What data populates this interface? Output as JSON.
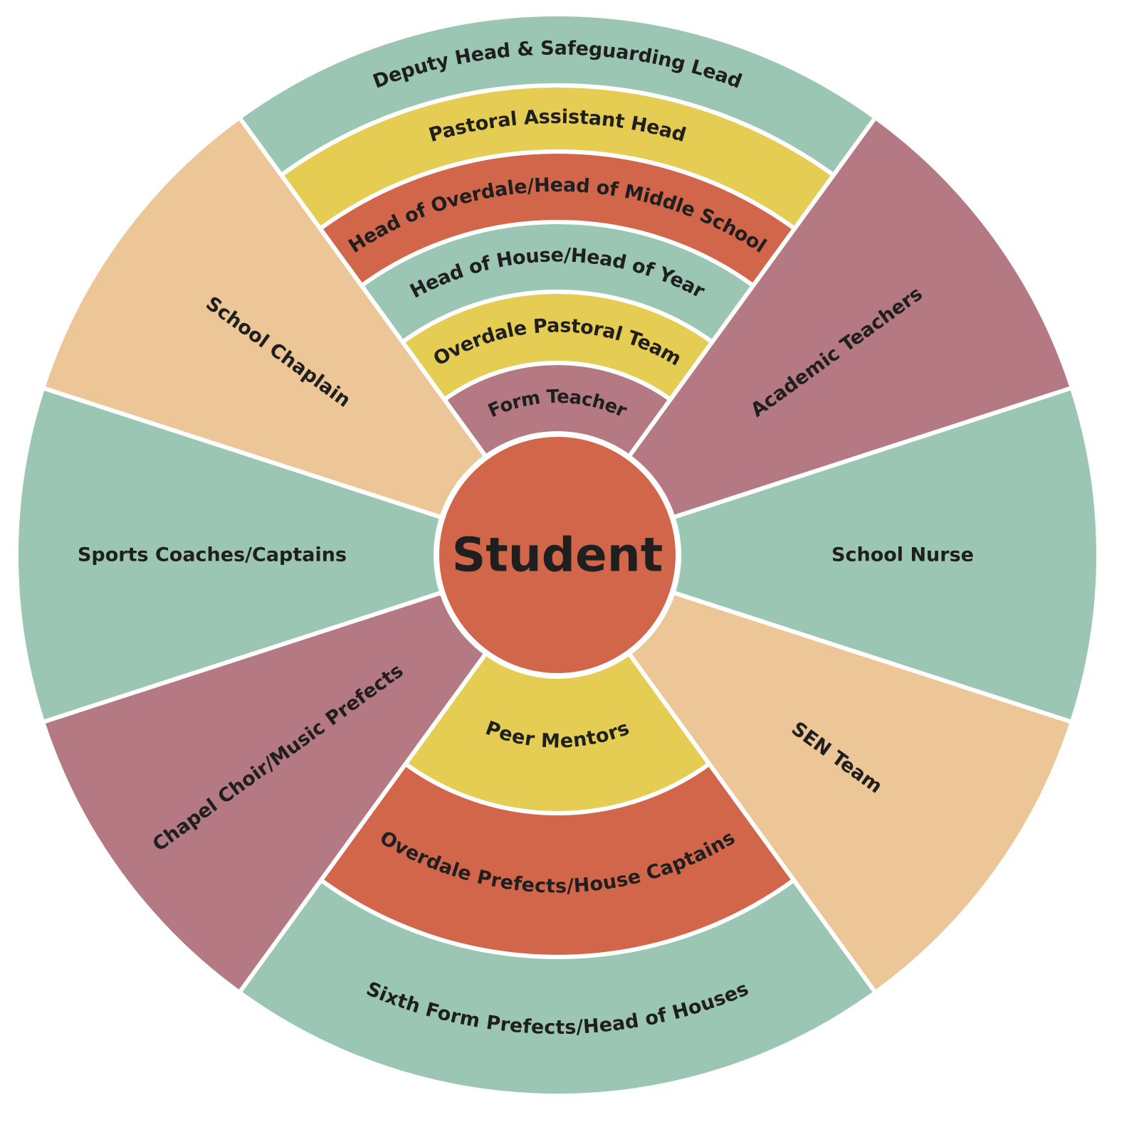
{
  "center": {
    "label": "Student",
    "color": "#d2664b"
  },
  "colors": {
    "green": "#9bc6b3",
    "yellow": "#e5cc52",
    "red": "#d2664b",
    "mauve": "#b57984",
    "peach": "#ecc696",
    "text": "#1f1f1f"
  },
  "top_stack": [
    {
      "label": "Form Teacher",
      "color": "#b57984"
    },
    {
      "label": "Overdale Pastoral Team",
      "color": "#e5cc52"
    },
    {
      "label": "Head of House/Head of Year",
      "color": "#9bc6b3"
    },
    {
      "label": "Head of Overdale/Head of Middle School",
      "color": "#d2664b"
    },
    {
      "label": "Pastoral Assistant Head",
      "color": "#e5cc52"
    },
    {
      "label": "Deputy Head & Safeguarding Lead",
      "color": "#9bc6b3"
    }
  ],
  "bottom_stack": [
    {
      "label": "Peer Mentors",
      "color": "#e5cc52"
    },
    {
      "label": "Overdale Prefects/House Captains",
      "color": "#d2664b"
    },
    {
      "label": "Sixth Form Prefects/Head of Houses",
      "color": "#9bc6b3"
    }
  ],
  "side_sectors": [
    {
      "label": "Academic Teachers",
      "color": "#b57984"
    },
    {
      "label": "School Nurse",
      "color": "#9bc6b3"
    },
    {
      "label": "SEN Team",
      "color": "#ecc696"
    },
    {
      "label": "Chapel Choir/Music Prefects",
      "color": "#b57984"
    },
    {
      "label": "Sports Coaches/Captains",
      "color": "#9bc6b3"
    },
    {
      "label": "School Chaplain",
      "color": "#ecc696"
    }
  ]
}
